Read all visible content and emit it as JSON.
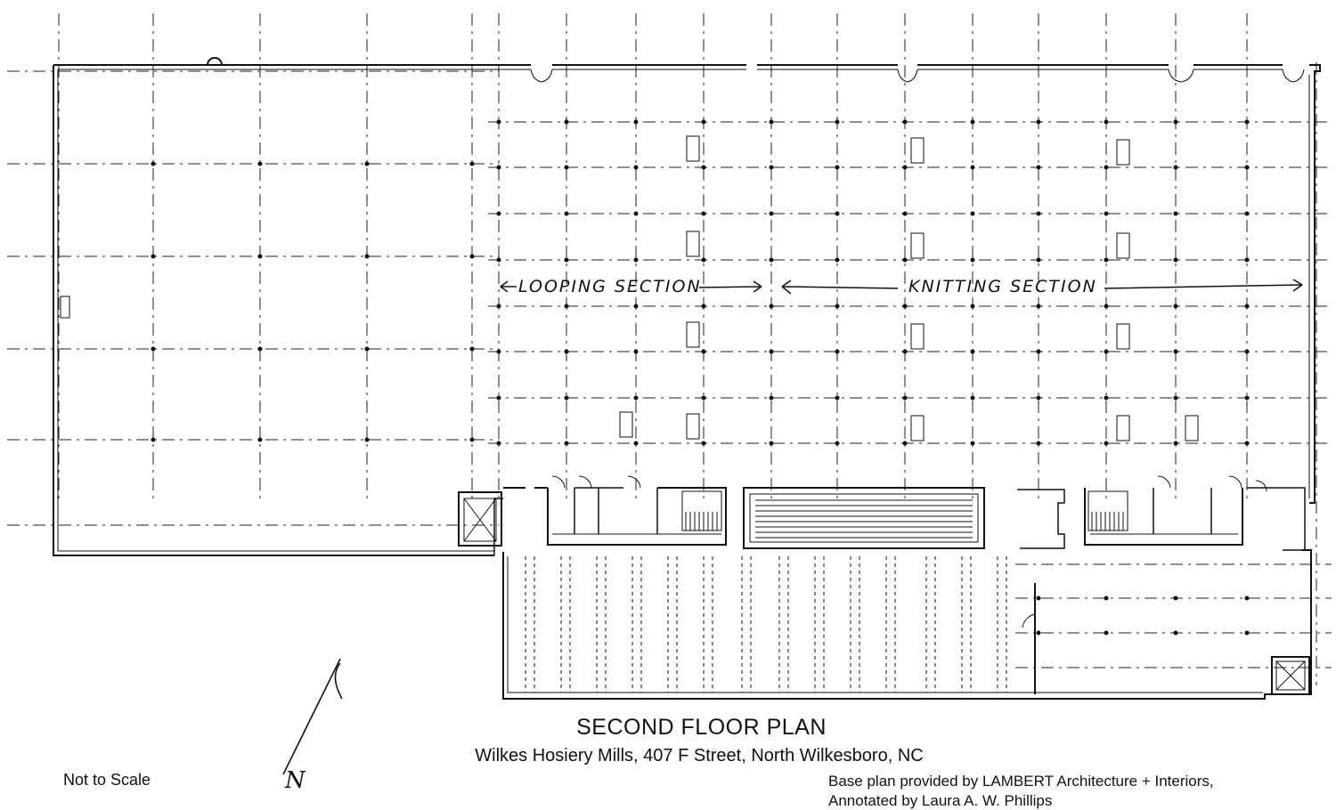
{
  "plan": {
    "title": "SECOND FLOOR PLAN",
    "subtitle": "Wilkes Hosiery Mills, 407 F Street, North Wilkesboro, NC",
    "scale_note": "Not to Scale",
    "credit_line_1": "Base plan provided by LAMBERT Architecture + Interiors,",
    "credit_line_2": "Annotated by Laura A. W. Phillips",
    "north_label": "N"
  },
  "annotations": {
    "looping_section": "LOOPING SECTION",
    "knitting_section": "KNITTING SECTION"
  },
  "colors": {
    "ink": "#111111",
    "paper": "#ffffff"
  }
}
